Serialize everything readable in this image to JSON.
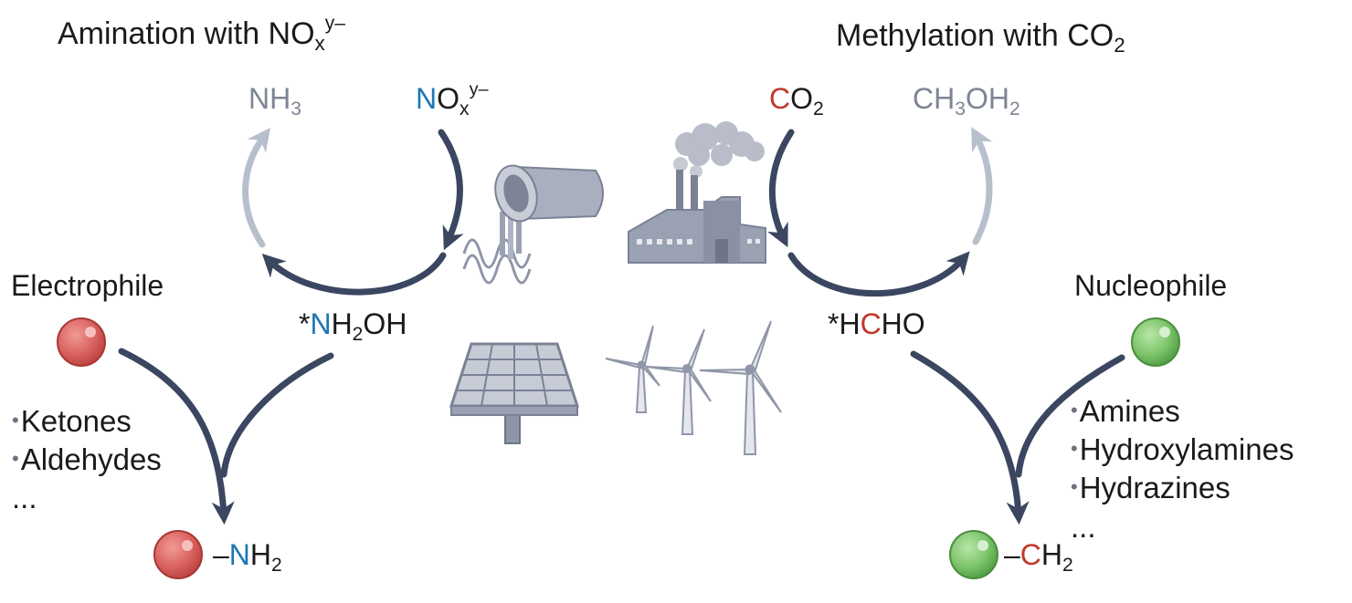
{
  "amination": {
    "title_main": "Amination with NO",
    "title_sub": "x",
    "title_sup": "y–",
    "product_nh": "NH",
    "product_sub": "3",
    "reactant_n": "N",
    "reactant_o": "O",
    "reactant_sub": "x",
    "reactant_sup": "y–",
    "intermediate_star": "*",
    "intermediate_n": "N",
    "intermediate_h": "H",
    "intermediate_sub": "2",
    "intermediate_oh": "OH"
  },
  "methylation": {
    "title_main": "Methylation with CO",
    "title_sub": "2",
    "reactant_c": "C",
    "reactant_o": "O",
    "reactant_sub": "2",
    "product_ch": "CH",
    "product_sub1": "3",
    "product_oh": "OH",
    "product_sub2": "2",
    "intermediate_star_h": "*H",
    "intermediate_c": "C",
    "intermediate_ho": "HO"
  },
  "electrophile": {
    "label": "Electrophile",
    "items": [
      "Ketones",
      "Aldehydes"
    ],
    "ellipsis": "...",
    "product_dash": "–",
    "product_n": "N",
    "product_h": "H",
    "product_sub": "2"
  },
  "nucleophile": {
    "label": "Nucleophile",
    "items": [
      "Amines",
      "Hydroxylamines",
      "Hydrazines"
    ],
    "ellipsis": "...",
    "product_dash": "–",
    "product_c": "C",
    "product_h": "H",
    "product_sub": "2"
  },
  "colors": {
    "arrow_dark": "#3b4660",
    "arrow_light": "#b8bfcc",
    "nitrogen_blue": "#1b78b4",
    "carbon_red": "#c0392b",
    "electrophile_red": "#d9625e",
    "nucleophile_green": "#7cc46a",
    "icon_grey": "#8f96a8"
  },
  "icons": [
    "wastewater-pipe-icon",
    "factory-icon",
    "solar-panel-icon",
    "wind-turbine-icon"
  ]
}
